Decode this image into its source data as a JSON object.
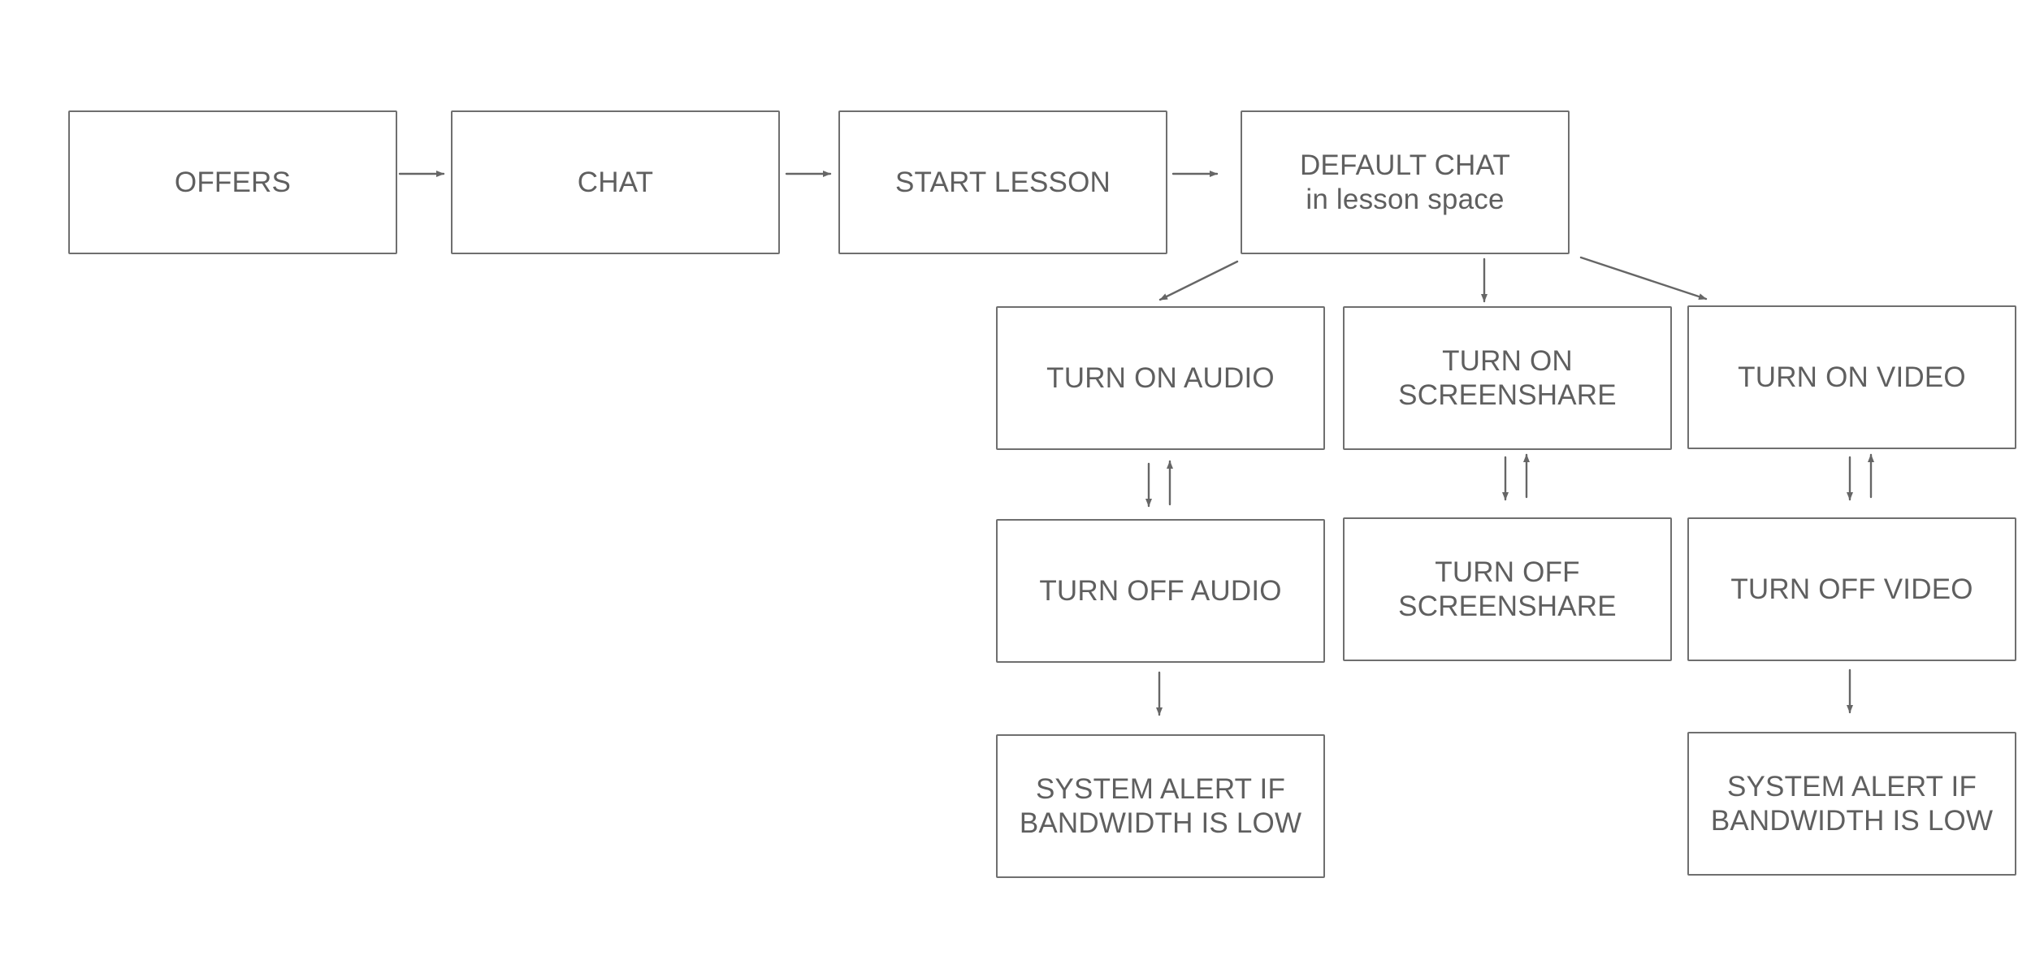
{
  "nodes": {
    "offers": [
      "OFFERS"
    ],
    "chat": [
      "CHAT"
    ],
    "start_lesson": [
      "START LESSON"
    ],
    "default_chat": [
      "DEFAULT CHAT",
      "in lesson space"
    ],
    "turn_on_audio": [
      "TURN ON AUDIO"
    ],
    "turn_on_screenshare": [
      "TURN ON",
      "SCREENSHARE"
    ],
    "turn_on_video": [
      "TURN ON VIDEO"
    ],
    "turn_off_audio": [
      "TURN OFF AUDIO"
    ],
    "turn_off_screenshare": [
      "TURN OFF",
      "SCREENSHARE"
    ],
    "turn_off_video": [
      "TURN OFF VIDEO"
    ],
    "system_alert_audio": [
      "SYSTEM ALERT IF",
      "BANDWIDTH IS LOW"
    ],
    "system_alert_video": [
      "SYSTEM ALERT IF",
      "BANDWIDTH IS LOW"
    ]
  },
  "edges": [
    {
      "from": "offers",
      "to": "chat"
    },
    {
      "from": "chat",
      "to": "start_lesson"
    },
    {
      "from": "start_lesson",
      "to": "default_chat"
    },
    {
      "from": "default_chat",
      "to": "turn_on_audio"
    },
    {
      "from": "default_chat",
      "to": "turn_on_screenshare"
    },
    {
      "from": "default_chat",
      "to": "turn_on_video"
    },
    {
      "from": "turn_on_audio",
      "to": "turn_off_audio"
    },
    {
      "from": "turn_off_audio",
      "to": "turn_on_audio"
    },
    {
      "from": "turn_on_screenshare",
      "to": "turn_off_screenshare"
    },
    {
      "from": "turn_off_screenshare",
      "to": "turn_on_screenshare"
    },
    {
      "from": "turn_on_video",
      "to": "turn_off_video"
    },
    {
      "from": "turn_off_video",
      "to": "turn_on_video"
    },
    {
      "from": "turn_off_audio",
      "to": "system_alert_audio"
    },
    {
      "from": "turn_off_video",
      "to": "system_alert_video"
    }
  ]
}
